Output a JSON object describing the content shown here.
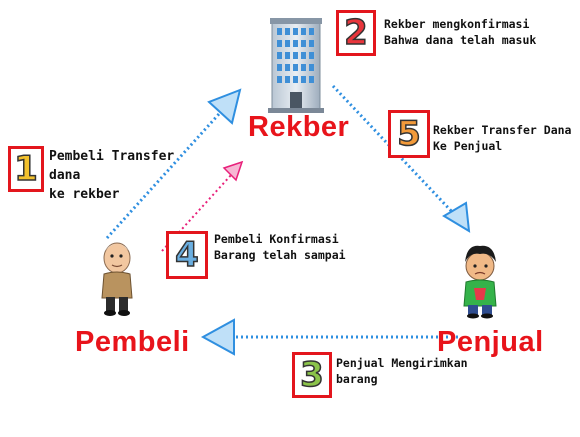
{
  "roles": {
    "rekber": "Rekber",
    "pembeli": "Pembeli",
    "penjual": "Penjual"
  },
  "steps": [
    {
      "num": "1",
      "lines": [
        "Pembeli Transfer",
        "dana",
        "ke rekber"
      ],
      "color": "#f2c12e"
    },
    {
      "num": "2",
      "lines": [
        "Rekber mengkonfirmasi",
        "Bahwa dana telah masuk"
      ],
      "color": "#e8353c"
    },
    {
      "num": "3",
      "lines": [
        "Penjual Mengirimkan",
        "barang"
      ],
      "color": "#8bc34a"
    },
    {
      "num": "4",
      "lines": [
        "Pembeli Konfirmasi",
        "Barang telah sampai"
      ],
      "color": "#6aaee0"
    },
    {
      "num": "5",
      "lines": [
        "Rekber Transfer Dana",
        "Ke Penjual"
      ],
      "color": "#f29a3a"
    }
  ],
  "colors": {
    "arrow": "#2f8fe0",
    "arrow_pink": "#e8207a",
    "label_red": "#e8141b",
    "badge_border": "#e3161d"
  },
  "icons": {
    "rekber": "office-building-icon",
    "pembeli": "old-man-icon",
    "penjual": "young-man-icon"
  }
}
